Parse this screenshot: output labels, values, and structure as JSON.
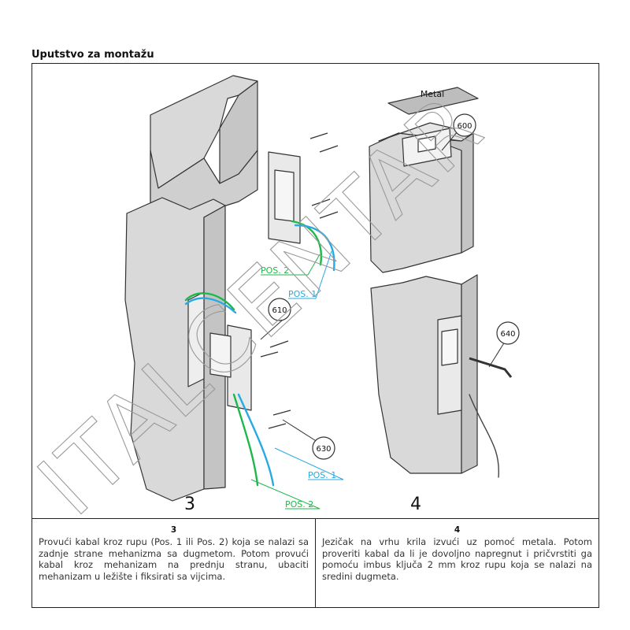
{
  "title": "Uputstvo za montažu",
  "figure": {
    "step_left": "3",
    "step_right": "4",
    "labels": {
      "pos2_top": "POS. 2",
      "pos1_top": "POS. 1",
      "pos1_bottom": "POS. 1",
      "pos2_bottom": "POS. 2",
      "metal": "Metal",
      "part_600": "600",
      "part_610": "610",
      "part_630": "630",
      "part_640": "640"
    },
    "colors": {
      "pos1": "#29a9e1",
      "pos2": "#1db84a",
      "door": "#d9d9d9",
      "outline": "#333333"
    }
  },
  "steps": [
    {
      "number": "3",
      "text": "Provući kabal kroz rupu (Pos. 1 ili Pos. 2) koja se nalazi sa zadnje strane mehanizma sa dugmetom. Potom provući kabal kroz mehanizam na prednju stranu, ubaciti mehanizam u ležište i fiksirati sa vijcima."
    },
    {
      "number": "4",
      "text": "Jezičak na vrhu krila izvući uz pomoć metala. Potom proveriti kabal da li je dovoljno napregnut i pričvrstiti ga pomoću imbus ključa 2 mm kroz rupu koja se nalazi na sredini dugmeta."
    }
  ],
  "watermark": "ITALCENTAR"
}
